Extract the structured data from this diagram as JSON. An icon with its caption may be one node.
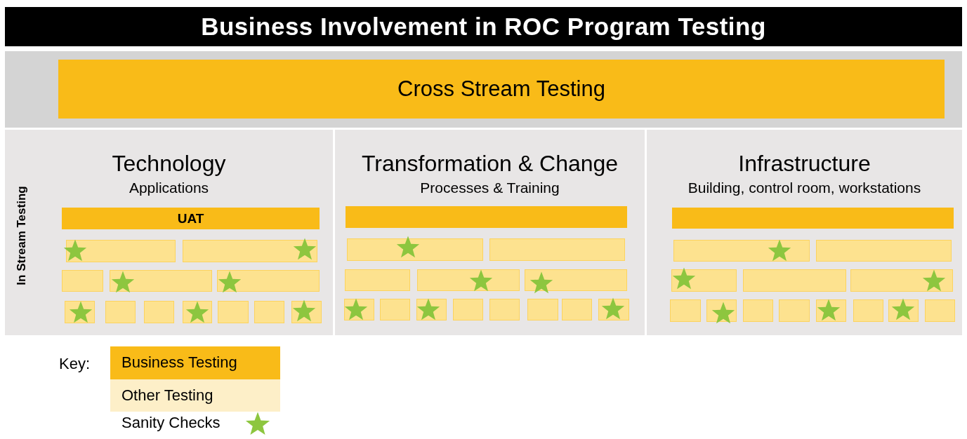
{
  "diagram": {
    "title": "Business Involvement in ROC Program Testing",
    "nodes": [
      {
        "text": [
          "Cross Stream Testing"
        ]
      },
      {
        "text": [
          "Technology",
          "Applications"
        ]
      },
      {
        "text": [
          "UAT"
        ],
        "in": 1
      },
      {
        "text": [],
        "shape": "box",
        "in": 1
      },
      {
        "text": [],
        "shape": "box",
        "in": 1
      },
      {
        "text": [],
        "shape": "box",
        "in": 1
      },
      {
        "text": [],
        "shape": "box",
        "in": 1
      },
      {
        "text": [],
        "shape": "box",
        "in": 1
      },
      {
        "text": [],
        "shape": "box",
        "in": 1
      },
      {
        "text": [],
        "shape": "box",
        "in": 1
      },
      {
        "text": [],
        "shape": "box",
        "in": 1
      },
      {
        "text": [],
        "shape": "box",
        "in": 1
      },
      {
        "text": [],
        "shape": "box",
        "in": 1
      },
      {
        "text": [],
        "shape": "box",
        "in": 1
      },
      {
        "text": [],
        "shape": "box",
        "in": 1
      },
      {
        "text": [
          "Transformation & Change",
          "Processes & Training"
        ]
      },
      {
        "text": [],
        "shape": "bar",
        "in": 15
      },
      {
        "text": [],
        "shape": "box",
        "in": 15
      },
      {
        "text": [],
        "shape": "box",
        "in": 15
      },
      {
        "text": [],
        "shape": "box",
        "in": 15
      },
      {
        "text": [],
        "shape": "box",
        "in": 15
      },
      {
        "text": [],
        "shape": "box",
        "in": 15
      },
      {
        "text": [],
        "shape": "box",
        "in": 15
      },
      {
        "text": [],
        "shape": "box",
        "in": 15
      },
      {
        "text": [],
        "shape": "box",
        "in": 15
      },
      {
        "text": [],
        "shape": "box",
        "in": 15
      },
      {
        "text": [],
        "shape": "box",
        "in": 15
      },
      {
        "text": [],
        "shape": "box",
        "in": 15
      },
      {
        "text": [],
        "shape": "box",
        "in": 15
      },
      {
        "text": [],
        "shape": "box",
        "in": 15
      },
      {
        "text": [
          "Infrastructure",
          "Building, control room, workstations"
        ]
      },
      {
        "text": [],
        "shape": "bar",
        "in": 30
      },
      {
        "text": [],
        "shape": "box",
        "in": 30
      },
      {
        "text": [],
        "shape": "box",
        "in": 30
      },
      {
        "text": [],
        "shape": "box",
        "in": 30
      },
      {
        "text": [],
        "shape": "box",
        "in": 30
      },
      {
        "text": [],
        "shape": "box",
        "in": 30
      },
      {
        "text": [],
        "shape": "box",
        "in": 30
      },
      {
        "text": [],
        "shape": "box",
        "in": 30
      },
      {
        "text": [],
        "shape": "box",
        "in": 30
      },
      {
        "text": [],
        "shape": "box",
        "in": 30
      },
      {
        "text": [],
        "shape": "box",
        "in": 30
      },
      {
        "text": [],
        "shape": "box",
        "in": 30
      },
      {
        "text": [],
        "shape": "box",
        "in": 30
      },
      {
        "text": [],
        "shape": "box",
        "in": 30
      }
    ],
    "labels": [
      "In Stream Testing",
      "Key:"
    ],
    "legend": [
      {
        "text": "Business Testing",
        "color": "#f9bb18"
      },
      {
        "text": "Other Testing",
        "color": "#fdefc8"
      },
      {
        "text": "Sanity Checks"
      }
    ]
  }
}
